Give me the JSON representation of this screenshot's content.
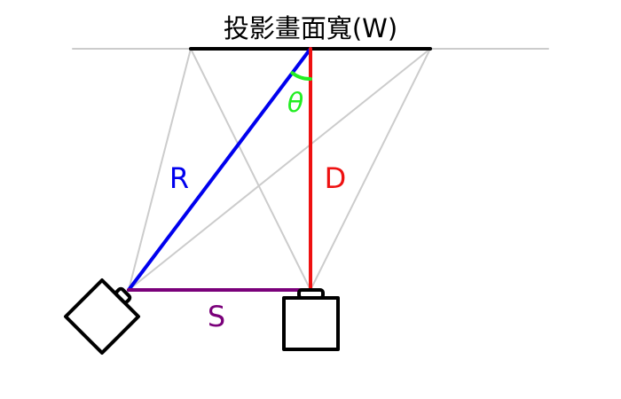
{
  "title": "投影畫面寬(W)",
  "labels": {
    "r": "R",
    "d": "D",
    "s": "S",
    "theta": "θ"
  },
  "colors": {
    "background": "#ffffff",
    "guide": "#cccccc",
    "screen": "#000000",
    "r_line": "#0000ee",
    "d_line": "#ee1111",
    "s_line": "#7a007a",
    "theta": "#22ee22",
    "projector": "#000000"
  }
}
